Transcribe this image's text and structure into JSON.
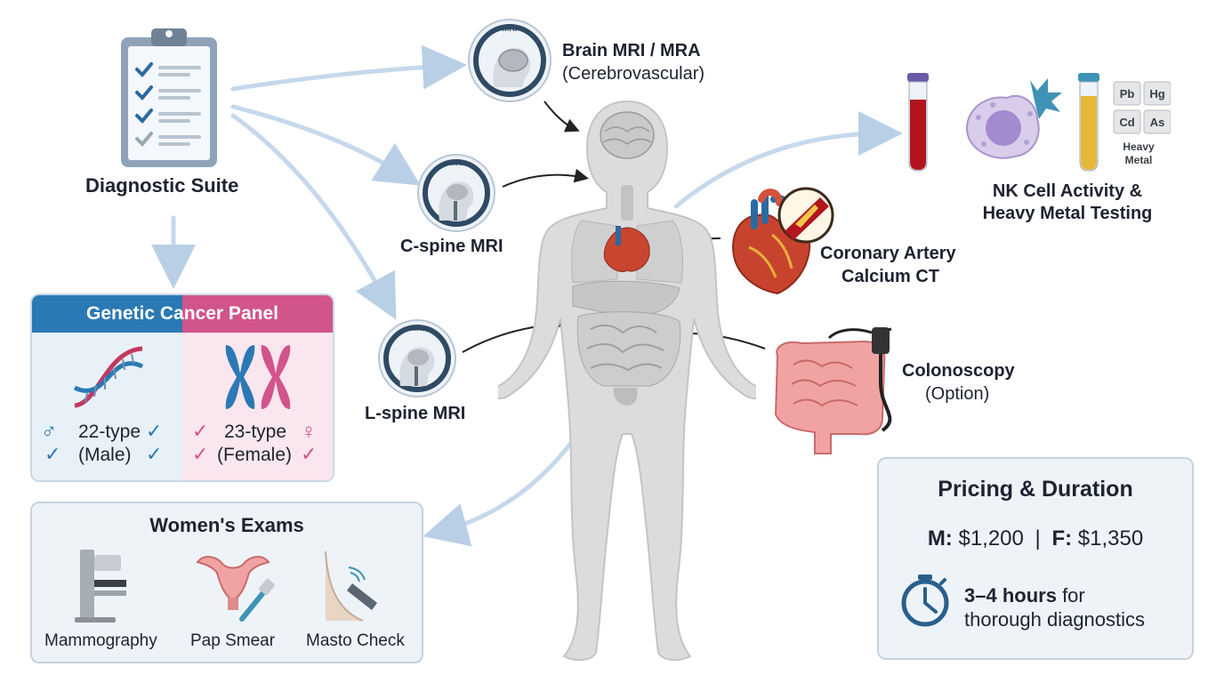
{
  "suite": {
    "title": "Diagnostic Suite"
  },
  "brain": {
    "title": "Brain MRI / MRA",
    "subtitle": "(Cerebrovascular)",
    "badge": "MRI"
  },
  "cspine": {
    "title": "C-spine MRI",
    "badge": "MRI"
  },
  "lspine": {
    "title": "L-spine MRI",
    "badge": "MRI"
  },
  "nk": {
    "title_line1": "NK Cell Activity &",
    "title_line2": "Heavy Metal Testing",
    "elements": [
      "Pb",
      "Hg",
      "Cd",
      "As"
    ],
    "metal_line1": "Heavy",
    "metal_line2": "Metal"
  },
  "coronary": {
    "line1": "Coronary Artery",
    "line2": "Calcium CT"
  },
  "colonoscopy": {
    "title": "Colonoscopy",
    "subtitle": "(Option)"
  },
  "genetic": {
    "title": "Genetic Cancer Panel",
    "male_line1": "22-type",
    "male_line2": "(Male)",
    "female_line1": "23-type",
    "female_line2": "(Female)",
    "male_color": "#2a79b4",
    "female_color": "#d1548b"
  },
  "womens": {
    "title": "Women's Exams",
    "items": [
      "Mammography",
      "Pap Smear",
      "Masto Check"
    ]
  },
  "pricing": {
    "title": "Pricing & Duration",
    "m_label": "M:",
    "m_price": "$1,200",
    "separator": "|",
    "f_label": "F:",
    "f_price": "$1,350",
    "hours": "3–4 hours",
    "for_text": "for",
    "line2": "thorough diagnostics"
  }
}
